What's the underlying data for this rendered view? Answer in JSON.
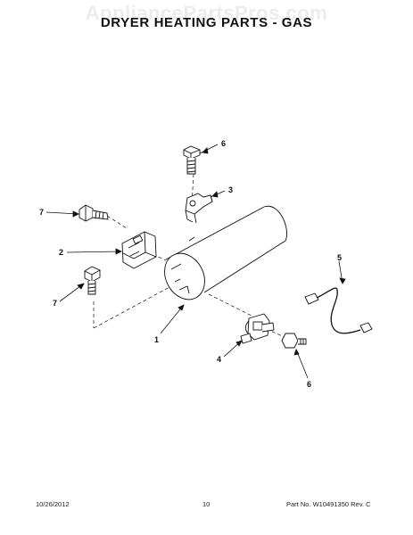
{
  "watermark": "AppliancePartsPros.com",
  "title": "DRYER HEATING PARTS - GAS",
  "callouts": [
    "6",
    "3",
    "7",
    "2",
    "5",
    "7",
    "1",
    "4",
    "6"
  ],
  "footer": {
    "date": "10/26/2012",
    "page": "10",
    "part": "Part No. W10491350  Rev. C"
  }
}
